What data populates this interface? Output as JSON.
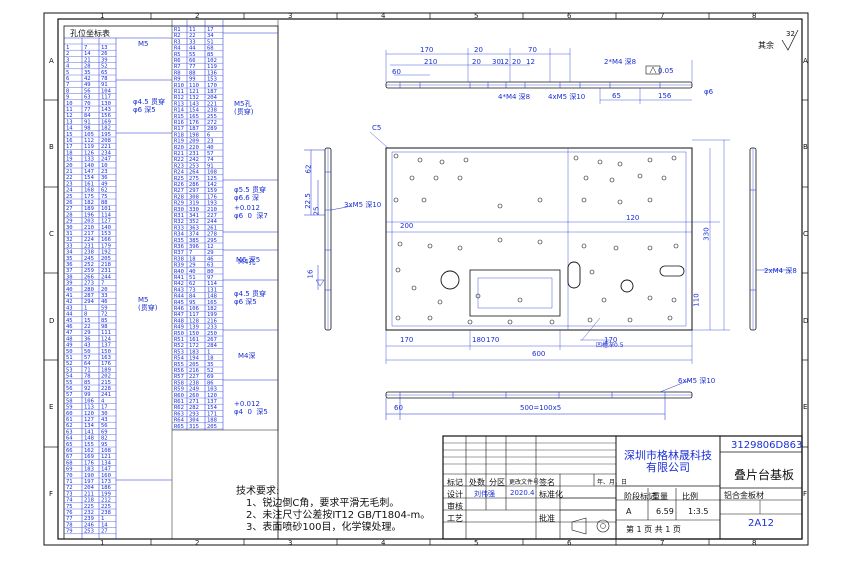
{
  "drawing": {
    "part_number": "3129806D863",
    "part_name": "叠片台基板",
    "company": "深圳市格林晟科技有限公司",
    "material_code": "2A12",
    "scale": "1:3.5",
    "weight": "6.59",
    "sheet_info": "第 1 页 共 1 页",
    "stage_label": "A",
    "finish_mark": "32",
    "finish_note": "其余"
  },
  "title_block": {
    "labels": [
      "标记",
      "处数",
      "分区",
      "更改文件号",
      "签名",
      "年、月、日",
      "设计",
      "标准化",
      "审核",
      "工艺",
      "批准",
      "阶段标记",
      "重量",
      "比例"
    ],
    "designer": "刘伟强",
    "date": "2020.4",
    "material": "铝合金板材"
  },
  "tech_notes": {
    "title": "技术要求:",
    "items": [
      "1、锐边倒C角，要求平滑无毛刺。",
      "2、未注尺寸公差按IT12 GB/T1804-m。",
      "3、表面喷砂100目，化学镍处理。"
    ]
  },
  "hole_table": {
    "header": "孔位坐标表",
    "group_labels": [
      "M5",
      "φ4.5 贯穿\nφ6 深5",
      "M5孔\n(贯穿)",
      "φ5.5 贯穿\nφ6.6 深",
      "+0.012\nφ6  0  深7",
      "M6 深5",
      "φ4.5 贯穿\nφ6 深5",
      "M4孔",
      "M5\n(贯穿)",
      "M4深",
      "+0.012\nφ4  0  深5"
    ]
  },
  "dimensions": {
    "top_view": [
      "170",
      "20",
      "70",
      "210",
      "20",
      "30",
      "12",
      "20",
      "12",
      "60",
      "65",
      "156",
      "2*M4 深8",
      "4*M4 深8",
      "4xM5 深10",
      "0.05",
      "φ6"
    ],
    "plan_view": [
      "170",
      "180",
      "170",
      "170",
      "200",
      "330",
      "600",
      "110",
      "凹槽深0.5",
      "C5",
      "120"
    ],
    "left_view": [
      "62",
      "22.5",
      "25",
      "3xM5 深10",
      "16"
    ],
    "right_view": [
      "2xM4 深8"
    ],
    "bottom_view": [
      "6xM5 深10",
      "60",
      "500=100x5"
    ]
  },
  "zones": {
    "rows": [
      "A",
      "B",
      "C",
      "D",
      "E",
      "F"
    ],
    "cols": [
      "1",
      "2",
      "3",
      "4",
      "5",
      "6",
      "7",
      "8"
    ]
  }
}
